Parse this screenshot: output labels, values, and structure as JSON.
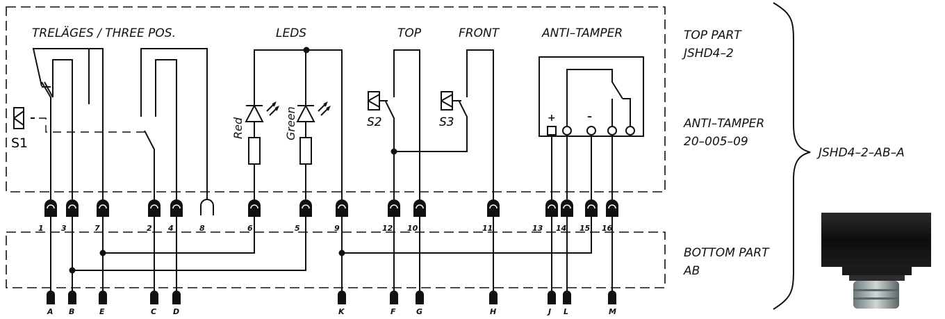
{
  "labels": {
    "three_pos": "TRELÄGES / THREE POS.",
    "leds": "LEDS",
    "top": "TOP",
    "front": "FRONT",
    "anti_tamper": "ANTI–TAMPER",
    "top_part_1": "TOP PART",
    "top_part_2": "JSHD4–2",
    "anti_tamper_side_1": "ANTI–TAMPER",
    "anti_tamper_side_2": "20–005–09",
    "product": "JSHD4–2–AB–A",
    "bottom_part_1": "BOTTOM PART",
    "bottom_part_2": "AB",
    "s1": "S1",
    "s2": "S2",
    "s3": "S3",
    "red": "Red",
    "green": "Green",
    "plus": "+",
    "minus": "–"
  },
  "pins": {
    "p1": "1",
    "p3": "3",
    "p7": "7",
    "p2": "2",
    "p4": "4",
    "p8": "8",
    "p6": "6",
    "p5": "5",
    "p9": "9",
    "p12": "12",
    "p10": "10",
    "p11": "11",
    "p13": "13",
    "p14": "14",
    "p15": "15",
    "p16": "16"
  },
  "terminals": {
    "a": "A",
    "b": "B",
    "e": "E",
    "c": "C",
    "d": "D",
    "k": "K",
    "f": "F",
    "g": "G",
    "h": "H",
    "j": "J",
    "l": "L",
    "m": "M"
  },
  "colors": {
    "ink": "#111111",
    "background": "#ffffff"
  }
}
